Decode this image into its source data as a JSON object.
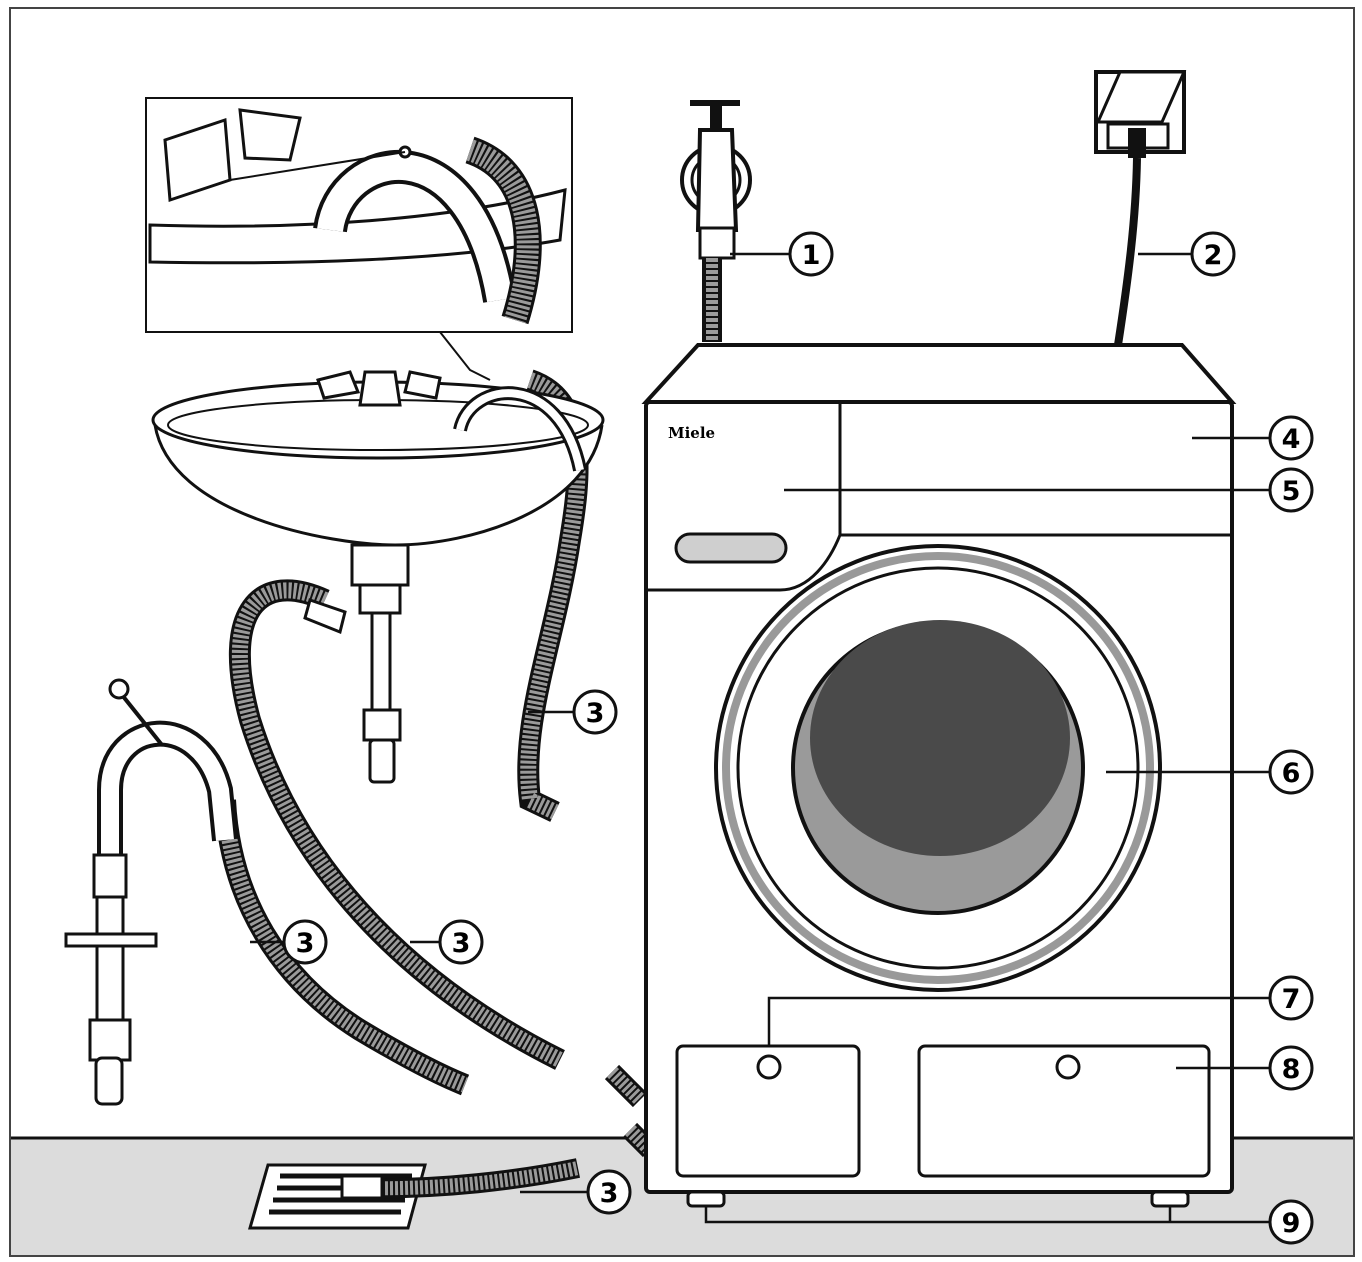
{
  "brand": "Miele",
  "callouts": {
    "c1": "1",
    "c2": "2",
    "c3a": "3",
    "c3b": "3",
    "c3c": "3",
    "c3d": "3",
    "c4": "4",
    "c5": "5",
    "c6": "6",
    "c7": "7",
    "c8": "8",
    "c9": "9"
  },
  "colors": {
    "floor": "#dcdcdc",
    "line": "#111111",
    "hose": "#8a8a8a",
    "door_glass": "#4a4a4a",
    "door_drum": "#9a9a9a"
  }
}
